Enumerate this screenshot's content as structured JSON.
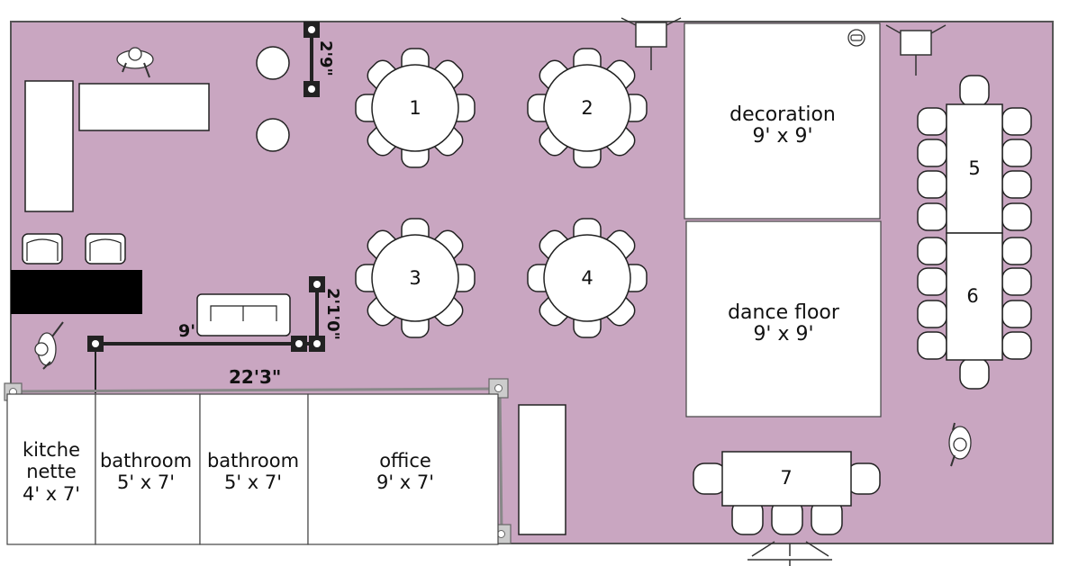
{
  "colors": {
    "floor": "#c9a6c1",
    "wall": "#555555",
    "furniture": "#ffffff",
    "outline": "#1a1a1a",
    "counter": "#000000"
  },
  "icons": {
    "person": "person-topdown-icon",
    "speaker": "speaker-on-stand-icon",
    "outlet": "power-outlet-icon"
  },
  "round_tables": [
    {
      "label": "1"
    },
    {
      "label": "2"
    },
    {
      "label": "3"
    },
    {
      "label": "4"
    }
  ],
  "long_tables": [
    {
      "label": "5"
    },
    {
      "label": "6"
    },
    {
      "label": "7"
    }
  ],
  "areas": {
    "decoration": {
      "name": "decoration",
      "size": "9' x 9'"
    },
    "dance_floor": {
      "name": "dance floor",
      "size": "9' x 9'"
    }
  },
  "rooms": {
    "kitchenette": {
      "line1": "kitche",
      "line2": "nette",
      "size": "4' x 7'"
    },
    "bathroom1": {
      "name": "bathroom",
      "size": "5' x 7'"
    },
    "bathroom2": {
      "name": "bathroom",
      "size": "5' x 7'"
    },
    "office": {
      "name": "office",
      "size": "9' x 7'"
    }
  },
  "dimensions": {
    "top_post": "2'9\"",
    "side_post": "2'1'0\"",
    "rail_short": "9'",
    "rail_long": "22'3\""
  }
}
